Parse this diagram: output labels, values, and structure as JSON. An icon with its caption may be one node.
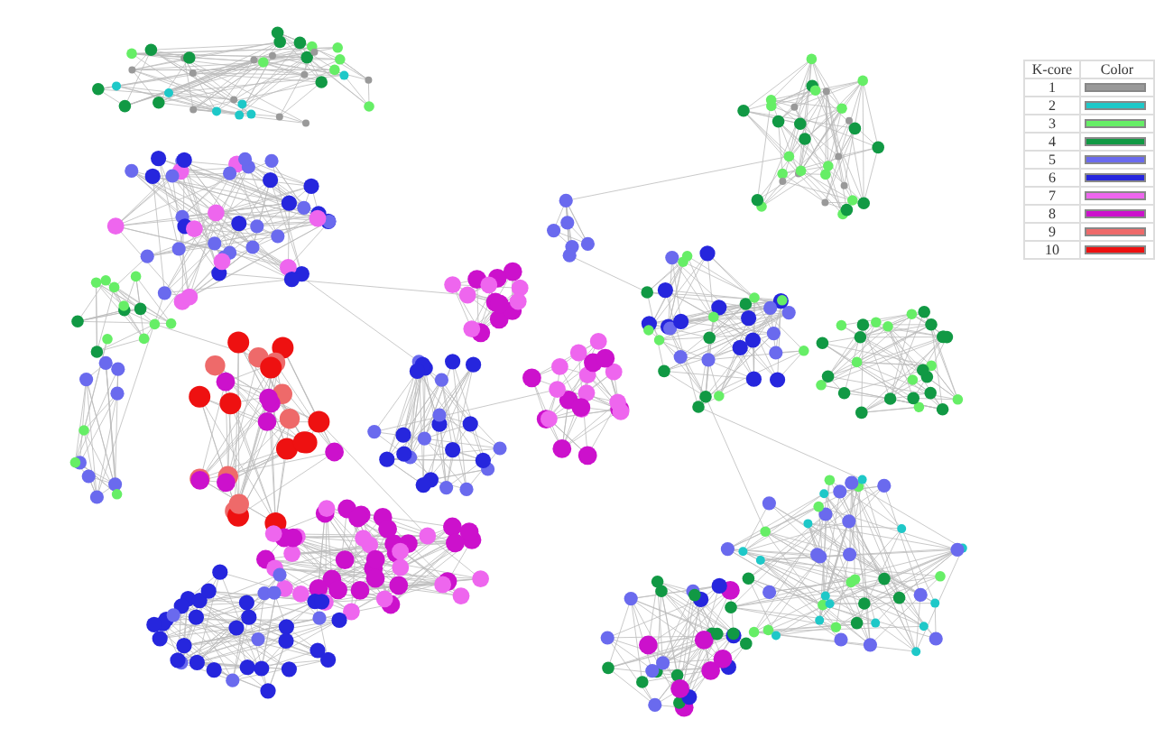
{
  "diagram": {
    "nodes": [
      {
        "text": [],
        "shape": "picture"
      }
    ],
    "labels": [
      "K-core",
      "Color"
    ],
    "legend": [
      {
        "text": "1",
        "color": "#999999"
      },
      {
        "text": "2",
        "color": "#1ec8c8"
      },
      {
        "text": "3",
        "color": "#66ee66"
      },
      {
        "text": "4",
        "color": "#119944"
      },
      {
        "text": "5",
        "color": "#6a6aee"
      },
      {
        "text": "6",
        "color": "#2626dd"
      },
      {
        "text": "7",
        "color": "#ee66ee"
      },
      {
        "text": "8",
        "color": "#cc11cc"
      },
      {
        "text": "9",
        "color": "#ee6a6a"
      },
      {
        "text": "10",
        "color": "#ee1111"
      }
    ]
  }
}
